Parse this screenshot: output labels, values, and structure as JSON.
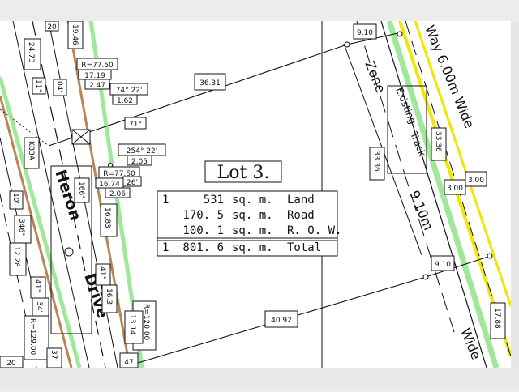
{
  "lot": {
    "title": "Lot 3."
  },
  "areas": [
    {
      "count": "1",
      "value": "531",
      "unit": "sq. m.",
      "label": "Land"
    },
    {
      "count": "",
      "value": "170. 5",
      "unit": "sq. m.",
      "label": "Road"
    },
    {
      "count": "",
      "value": "100. 1",
      "unit": "sq. m.",
      "label": "R. O. W."
    },
    {
      "count": "1",
      "value": "801. 6",
      "unit": "sq. m.",
      "label": "Total"
    }
  ],
  "street": {
    "word1": "Heron",
    "word2": "Drive"
  },
  "zone": {
    "zone": "Zone",
    "width": "9.10m",
    "existing": "Existing",
    "track": "Track",
    "way": "Way 6.00m Wide",
    "wide": "Wide"
  },
  "dims": {
    "d36_31": "36.31",
    "d40_92": "40.92",
    "d9_10_top": "9.10",
    "d9_10_bot": "9.10",
    "d33_36a": "33.36",
    "d33_36b": "33.36",
    "d3_00a": "3.00",
    "d3_00b": "3.00",
    "d17_88": "17.88",
    "d19_46": "19.46",
    "d24_73": "24.73",
    "d11": "11°",
    "d04": "04'",
    "dR7750a": "R=77.50",
    "d1719": "17.19",
    "d247": "2.47",
    "d74_22": "74° 22'",
    "d162": "1.62",
    "d71": "71°",
    "d254_22": "254° 22'",
    "d205": "2.05",
    "dKB3A": "KB3A",
    "dR7750b": "R=77.50",
    "d1674": "16.74",
    "d26": "26'",
    "d206": "2.06",
    "d166": "166°",
    "d1683": "16.83",
    "d10": "10'",
    "d346": "346°",
    "d1228": "12.28",
    "d41a": "41°",
    "d41b": "41°",
    "d163": "16.3",
    "dR120": "R=120.00",
    "d1314": "13.14",
    "d34": "34'",
    "d37": "37'",
    "dR129": "R=129.00",
    "d20": "20",
    "d47": "47",
    "d20b": "20"
  }
}
